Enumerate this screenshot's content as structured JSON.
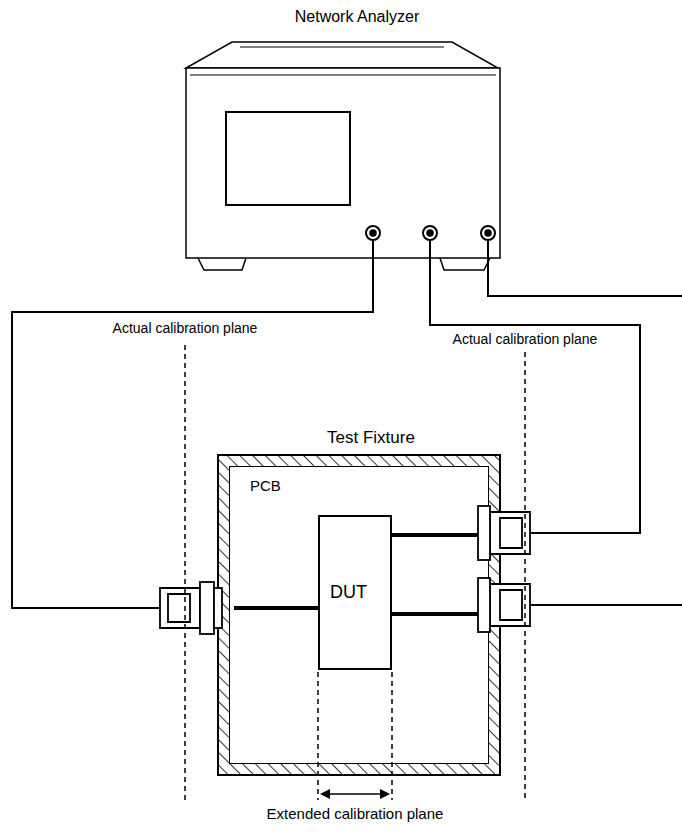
{
  "diagram": {
    "nodes": [
      {
        "text": [
          "Network Analyzer"
        ]
      },
      {
        "text": [
          "Test Fixture"
        ]
      },
      {
        "text": [
          "PCB"
        ],
        "in": 1
      },
      {
        "text": [
          "DUT"
        ],
        "in": 2
      }
    ],
    "edges": [
      {
        "from": 0,
        "to": 1,
        "arrow": "none"
      },
      {
        "from": 0,
        "to": 1,
        "arrow": "none"
      }
    ],
    "labels": [
      "Actual calibration plane",
      "Actual calibration plane",
      "Extended calibration plane"
    ]
  }
}
